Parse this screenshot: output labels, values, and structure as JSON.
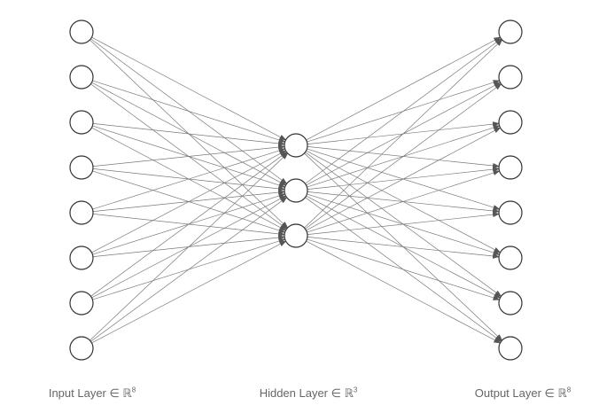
{
  "diagram": {
    "layers": [
      {
        "name": "input",
        "size": 8,
        "label": "Input Layer ∈ ℝ",
        "label_exp": "8"
      },
      {
        "name": "hidden",
        "size": 3,
        "label": "Hidden Layer ∈ ℝ",
        "label_exp": "3"
      },
      {
        "name": "output",
        "size": 8,
        "label": "Output Layer ∈ ℝ",
        "label_exp": "8"
      }
    ],
    "connections": "fully-connected",
    "arrowheads": true,
    "colors": {
      "edge": "#7a7a7a",
      "node_stroke": "#333333",
      "node_fill": "#ffffff",
      "label": "#666666"
    }
  }
}
